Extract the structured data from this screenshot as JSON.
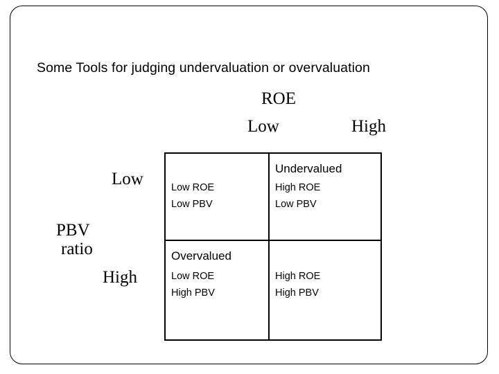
{
  "slide": {
    "title": "Some Tools for judging undervaluation or overvaluation"
  },
  "matrix": {
    "column_axis_label": "ROE",
    "column_headers": [
      "Low",
      "High"
    ],
    "row_axis_label_line1": "PBV",
    "row_axis_label_line2": "ratio",
    "row_headers": [
      "Low",
      "High"
    ],
    "cells": [
      {
        "heading": "",
        "line1": "Low ROE",
        "line2": "Low PBV"
      },
      {
        "heading": "Undervalued",
        "line1": "High ROE",
        "line2": "Low PBV"
      },
      {
        "heading": "Overvalued",
        "line1": "Low ROE",
        "line2": "High PBV"
      },
      {
        "heading": "",
        "line1": "High ROE",
        "line2": "High PBV"
      }
    ]
  }
}
